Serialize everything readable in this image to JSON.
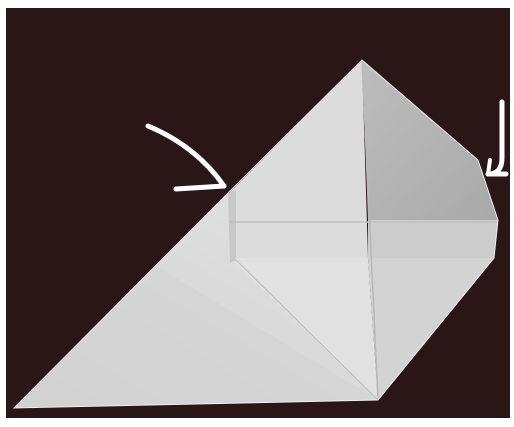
{
  "image": {
    "subject": "origami",
    "background_color": "#2a1517",
    "paper_color": "#d9d9d9",
    "arrow_color": "#ffffff"
  },
  "annotations": [
    {
      "name": "left-curved-arrow",
      "icon": "curved-arrow-down-right-icon"
    },
    {
      "name": "right-hook-arrow",
      "icon": "hook-arrow-down-left-icon"
    }
  ]
}
